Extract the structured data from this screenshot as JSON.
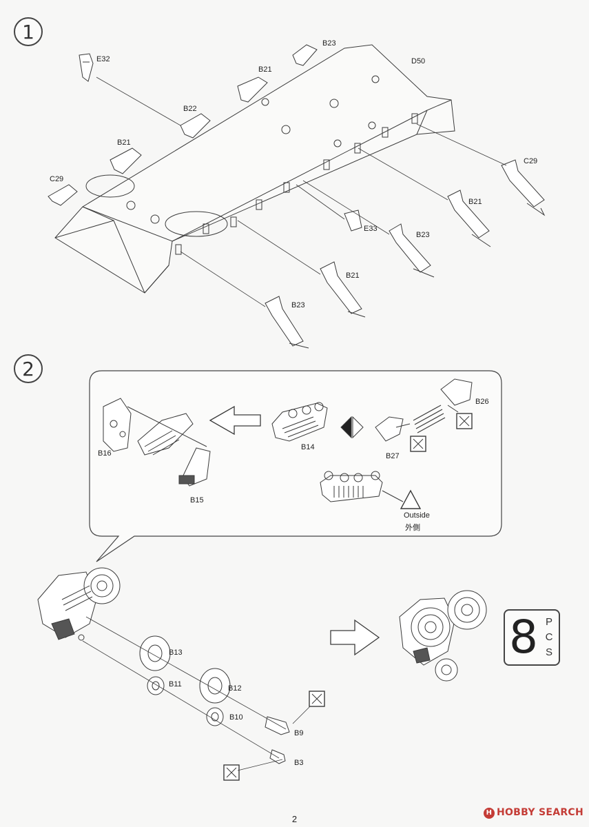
{
  "steps": {
    "one": "1",
    "two": "2"
  },
  "step1": {
    "parts": {
      "e32": "E32",
      "b23_top": "B23",
      "d50": "D50",
      "b21_top": "B21",
      "b22": "B22",
      "b21_left": "B21",
      "c29_left": "C29",
      "c29_right": "C29",
      "b21_right": "B21",
      "e33": "E33",
      "b23_right": "B23",
      "b21_mid": "B21",
      "b23_bottom": "B23"
    }
  },
  "step2": {
    "callout": {
      "b16": "B16",
      "b15": "B15",
      "b14": "B14",
      "b26": "B26",
      "b27": "B27",
      "outside": "Outside",
      "outside_jp": "外側"
    },
    "parts": {
      "b13": "B13",
      "b11": "B11",
      "b12": "B12",
      "b10": "B10",
      "b9": "B9",
      "b3": "B3"
    },
    "quantity": {
      "number": "8",
      "letters": [
        "P",
        "C",
        "S"
      ]
    }
  },
  "footer": {
    "page": "2",
    "watermark_symbol": "H",
    "watermark": "HOBBY SEARCH"
  },
  "colors": {
    "line": "#333333",
    "paper": "#f7f7f6",
    "watermark": "#c43c36"
  }
}
